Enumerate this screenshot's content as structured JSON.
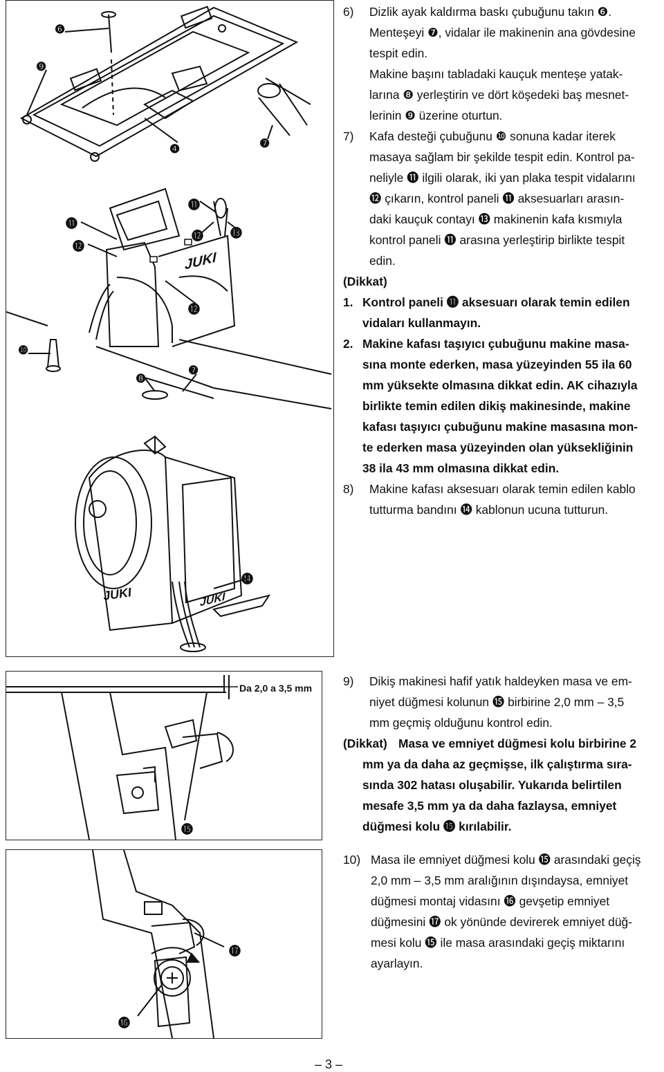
{
  "steps": {
    "s6": {
      "num": "6)",
      "line1": "Dizlik ayak kaldırma baskı çubuğunu takın ❻.",
      "line2": "Menteşeyi ❼, vidalar ile makinenin ana gövdesine",
      "line3": "tespit edin.",
      "line4": "Makine başını tabladaki kauçuk menteşe yatak-",
      "line5": "larına ❽ yerleştirin ve dört köşedeki baş mesnet-",
      "line6": "lerinin ❾ üzerine oturtun."
    },
    "s7": {
      "num": "7)",
      "line1": "Kafa desteği çubuğunu ❿ sonuna kadar iterek",
      "line2": "masaya sağlam bir şekilde tespit edin. Kontrol pa-",
      "line3": "neliyle ⓫ ilgili olarak, iki yan plaka tespit vidalarını",
      "line4": "⓬ çıkarın, kontrol paneli ⓫ aksesuarları arasın-",
      "line5": "daki kauçuk contayı ⓭ makinenin kafa kısmıyla",
      "line6": "kontrol paneli ⓫ arasına yerleştirip birlikte tespit",
      "line7": "edin."
    },
    "dikkat1": {
      "head": "(Dikkat)",
      "n1": "1.",
      "n1_line1": "Kontrol paneli ⓫ aksesuarı olarak temin edilen",
      "n1_line2": "vidaları kullanmayın.",
      "n2": "2.",
      "n2_line1": "Makine kafası taşıyıcı çubuğunu makine masa-",
      "n2_line2": "sına monte ederken, masa yüzeyinden 55 ila 60",
      "n2_line3": "mm yüksekte olmasına dikkat edin. AK cihazıyla",
      "n2_line4": "birlikte temin edilen dikiş makinesinde, makine",
      "n2_line5": "kafası taşıyıcı çubuğunu makine masasına mon-",
      "n2_line6": "te ederken masa yüzeyinden olan yüksekliğinin",
      "n2_line7": "38 ila 43 mm olmasına dikkat edin."
    },
    "s8": {
      "num": "8)",
      "line1": "Makine kafası aksesuarı olarak temin edilen kablo",
      "line2": "tutturma bandını ⓮ kablonun ucuna tutturun."
    },
    "s9": {
      "num": "9)",
      "line1": "Dikiş makinesi hafif yatık haldeyken masa ve em-",
      "line2": "niyet düğmesi kolunun ⓯ birbirine 2,0 mm – 3,5",
      "line3": "mm geçmiş olduğunu kontrol edin."
    },
    "dikkat2": {
      "lead": "(Dikkat)",
      "line1": "Masa ve emniyet düğmesi kolu birbirine 2",
      "line2": "mm ya da daha az geçmişse, ilk çalıştırma sıra-",
      "line3": "sında 302 hatası oluşabilir. Yukarıda belirtilen",
      "line4": "mesafe 3,5 mm ya da daha fazlaysa, emniyet",
      "line5": "düğmesi kolu ⓯ kırılabilir."
    },
    "s10": {
      "num": "10)",
      "line1": "Masa ile emniyet düğmesi kolu ⓯ arasındaki geçiş",
      "line2": "2,0 mm – 3,5 mm aralığının dışındaysa, emniyet",
      "line3": "düğmesi montaj vidasını ⓰ gevşetip emniyet",
      "line4": "düğmesini ⓱ ok yönünde devirerek emniyet düğ-",
      "line5": "mesi kolu ⓯ ile masa arasındaki geçiş miktarını",
      "line6": "ayarlayın."
    }
  },
  "figure1": {
    "c6": "❻",
    "c9": "❾",
    "c4": "❹",
    "c7a": "❼",
    "c11a": "⓫",
    "c11b": "⓫",
    "c12a": "⓬",
    "c12b": "⓬",
    "c12c": "⓬",
    "c13": "⓭",
    "c10": "❿",
    "c8": "❽",
    "c7b": "❼",
    "c14": "⓮",
    "brand1": "JUKI",
    "brand2": "JUKI",
    "brand3": "JUKI"
  },
  "figure2": {
    "dimension": "Da 2,0 a 3,5 mm",
    "c15": "⓯"
  },
  "figure3": {
    "c17": "⓱",
    "c16": "⓰"
  },
  "page_number": "– 3 –"
}
